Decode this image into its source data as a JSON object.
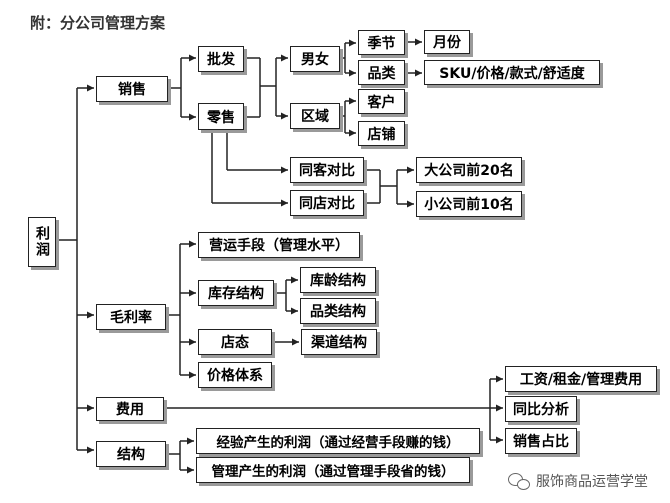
{
  "title": "附：分公司管理方案",
  "root": "利润",
  "nodes": {
    "sales": "销售",
    "wholesale": "批发",
    "retail": "零售",
    "gender": "男女",
    "season": "季节",
    "month": "月份",
    "category": "品类",
    "sku": "SKU/价格/款式/舒适度",
    "region": "区域",
    "customer": "客户",
    "store": "店铺",
    "same_customer": "同客对比",
    "same_store": "同店对比",
    "top20": "大公司前20名",
    "bottom10": "小公司前10名",
    "gross_margin": "毛利率",
    "operations": "营运手段（管理水平）",
    "inventory": "库存结构",
    "stock_age": "库龄结构",
    "category_structure": "品类结构",
    "store_state": "店态",
    "channel_structure": "渠道结构",
    "price_system": "价格体系",
    "expenses": "费用",
    "wage_rent": "工资/租金/管理费用",
    "yoy": "同比分析",
    "sales_share": "销售占比",
    "structure": "结构",
    "experience_profit": "经验产生的利润（通过经营手段赚的钱）",
    "management_profit": "管理产生的利润（通过管理手段省的钱）"
  },
  "watermark": "服饰商品运营学堂"
}
